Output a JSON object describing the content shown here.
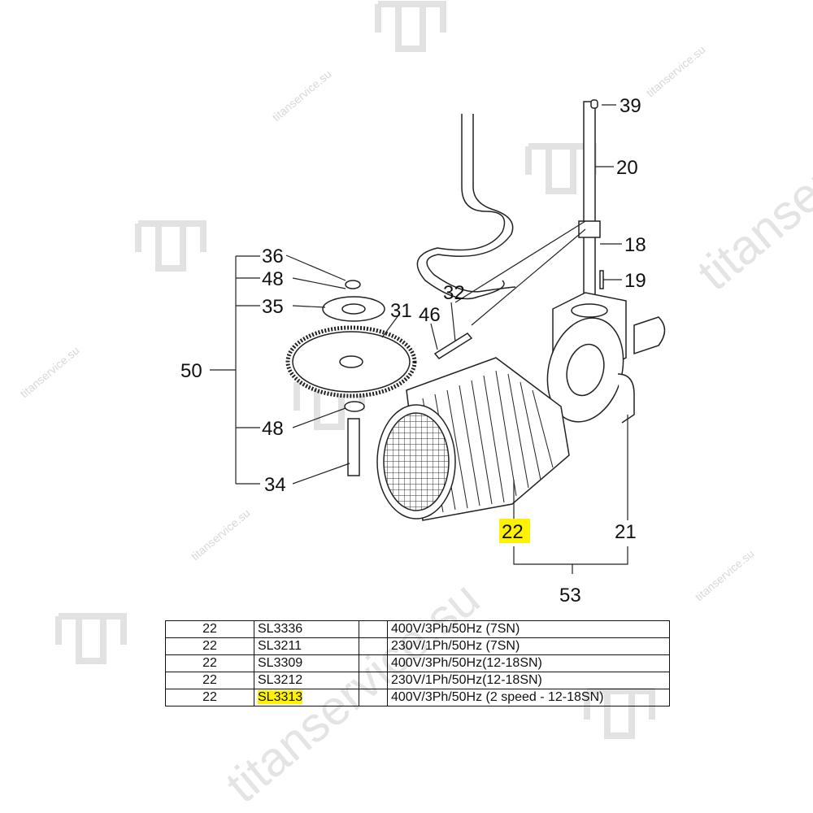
{
  "watermark": {
    "text": "titanservice.su"
  },
  "callouts": {
    "c39": "39",
    "c20": "20",
    "c18": "18",
    "c19": "19",
    "c36": "36",
    "c48a": "48",
    "c35": "35",
    "c31": "31",
    "c46": "46",
    "c32": "32",
    "c50": "50",
    "c48b": "48",
    "c34": "34",
    "c22": "22",
    "c21": "21",
    "c53": "53"
  },
  "highlight_color": "#fff200",
  "parts_table": {
    "rows": [
      {
        "pos": "22",
        "code": "SL3336",
        "desc": "400V/3Ph/50Hz (7SN)",
        "highlighted": false
      },
      {
        "pos": "22",
        "code": "SL3211",
        "desc": "230V/1Ph/50Hz (7SN)",
        "highlighted": false
      },
      {
        "pos": "22",
        "code": "SL3309",
        "desc": "400V/3Ph/50Hz(12-18SN)",
        "highlighted": false
      },
      {
        "pos": "22",
        "code": "SL3212",
        "desc": "230V/1Ph/50Hz(12-18SN)",
        "highlighted": false
      },
      {
        "pos": "22",
        "code": "SL3313",
        "desc": "400V/3Ph/50Hz (2 speed - 12-18SN)",
        "highlighted": true
      }
    ]
  }
}
